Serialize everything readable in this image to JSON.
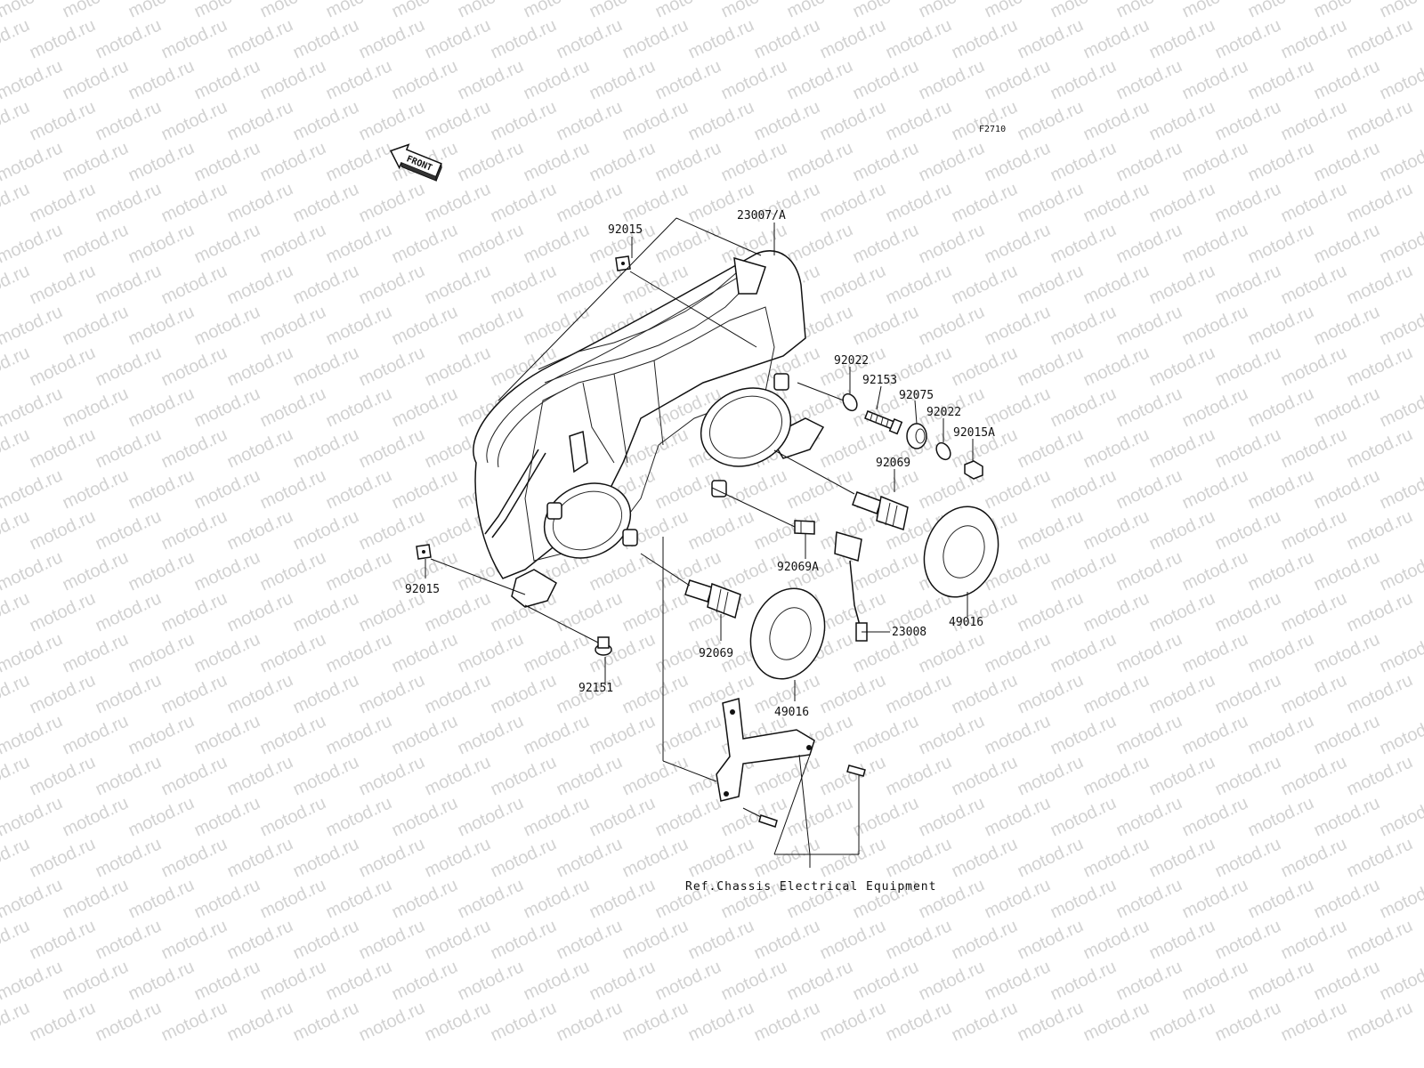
{
  "figure_code": "F2710",
  "front_label": "FRONT",
  "watermark": "motod.ru",
  "colors": {
    "ink": "#111111",
    "watermark": "#d2d2d2",
    "background": "#ffffff"
  },
  "callouts": {
    "clip_top": "92015",
    "headlight_assy": "23007/A",
    "washer_a": "92022",
    "bolt_adjust": "92153",
    "grommet": "92075",
    "washer_b": "92022",
    "nut": "92015A",
    "bulb_right": "92069",
    "bulb_small": "92069A",
    "socket_harness": "23008",
    "cover_right": "49016",
    "clip_left": "92015",
    "bulb_left": "92069",
    "screw": "92151",
    "cover_left": "49016"
  },
  "reference_note": "Ref.Chassis Electrical Equipment"
}
